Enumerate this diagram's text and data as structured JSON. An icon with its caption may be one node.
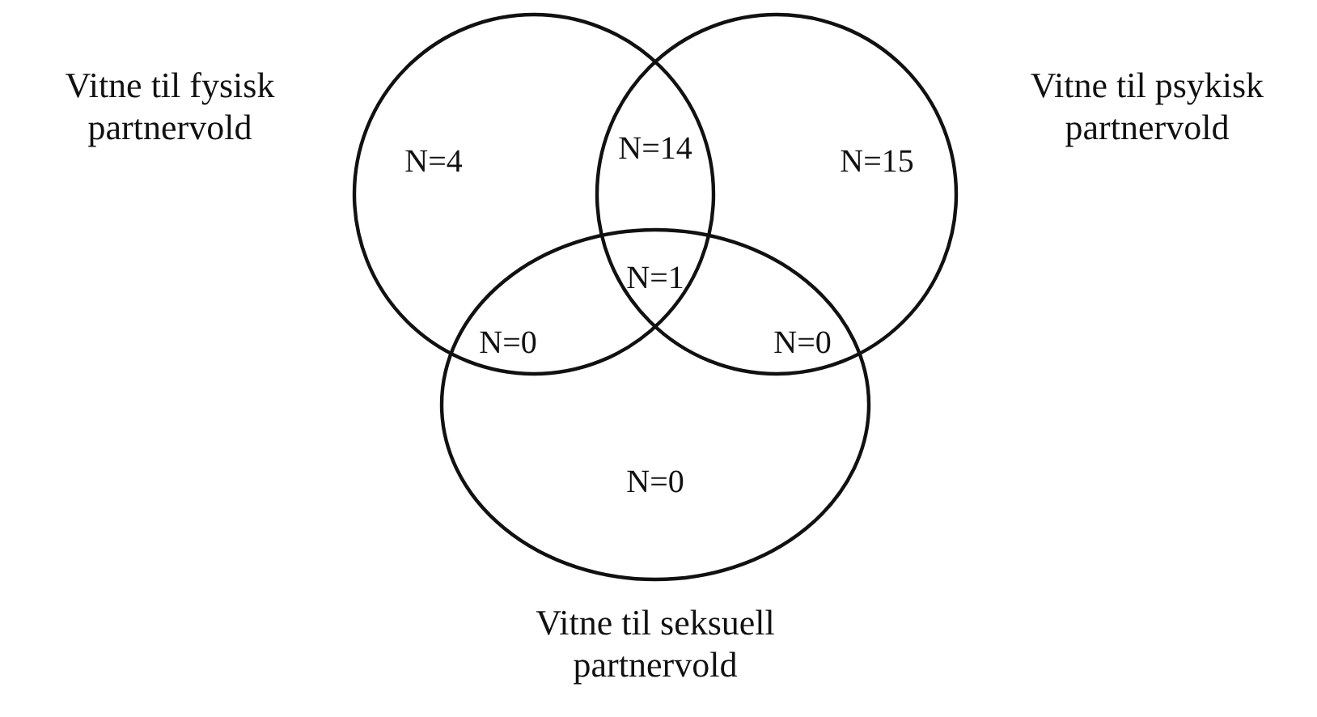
{
  "diagram": {
    "nodes": [
      {
        "text": [
          "Vitne til fysisk partnervold"
        ]
      },
      {
        "text": [
          "Vitne til psykisk partnervold"
        ]
      },
      {
        "text": [
          "Vitne til seksuell partnervold"
        ]
      }
    ],
    "labels": [
      "N=14",
      "N=4",
      "N=15",
      "N=1",
      "N=0",
      "N=0",
      "N=0"
    ]
  }
}
